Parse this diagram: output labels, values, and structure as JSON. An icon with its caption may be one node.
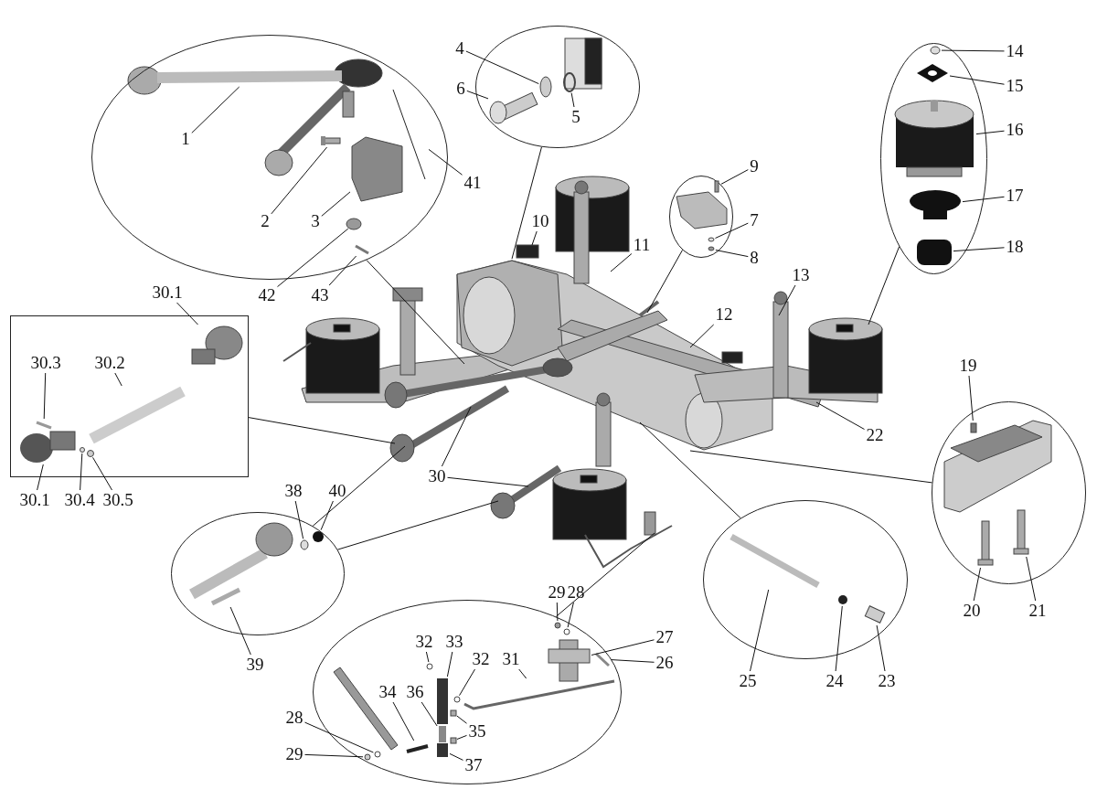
{
  "diagram": {
    "nodes": [
      {
        "text": [],
        "shape": "circle"
      },
      {
        "text": [
          "1"
        ],
        "in": 0
      },
      {
        "text": [
          "2"
        ],
        "in": 0
      },
      {
        "text": [
          "3"
        ],
        "in": 0
      },
      {
        "text": [
          "42"
        ]
      },
      {
        "text": [
          "43"
        ]
      },
      {
        "text": [
          "41"
        ]
      },
      {
        "text": [],
        "shape": "circle"
      },
      {
        "text": [
          "4"
        ]
      },
      {
        "text": [
          "6"
        ]
      },
      {
        "text": [
          "5"
        ],
        "in": 7
      },
      {
        "text": [
          "10"
        ]
      },
      {
        "text": [
          "11"
        ]
      },
      {
        "text": [],
        "shape": "circle"
      },
      {
        "text": [
          "9"
        ]
      },
      {
        "text": [
          "7"
        ]
      },
      {
        "text": [
          "8"
        ]
      },
      {
        "text": [
          "12"
        ]
      },
      {
        "text": [
          "13"
        ]
      },
      {
        "text": [],
        "shape": "circle"
      },
      {
        "text": [
          "14"
        ]
      },
      {
        "text": [
          "15"
        ]
      },
      {
        "text": [
          "16"
        ]
      },
      {
        "text": [
          "17"
        ]
      },
      {
        "text": [
          "18"
        ]
      },
      {
        "text": [],
        "shape": "box"
      },
      {
        "text": [
          "30.1"
        ]
      },
      {
        "text": [
          "30.3"
        ],
        "in": 25
      },
      {
        "text": [
          "30.2"
        ],
        "in": 25
      },
      {
        "text": [
          "30.1"
        ]
      },
      {
        "text": [
          "30.4"
        ]
      },
      {
        "text": [
          "30.5"
        ]
      },
      {
        "text": [],
        "shape": "circle"
      },
      {
        "text": [
          "19"
        ]
      },
      {
        "text": [
          "22"
        ]
      },
      {
        "text": [
          "30"
        ]
      },
      {
        "text": [
          "38"
        ]
      },
      {
        "text": [
          "40"
        ]
      },
      {
        "text": [],
        "shape": "circle"
      },
      {
        "text": [
          "39"
        ]
      },
      {
        "text": [],
        "shape": "circle"
      },
      {
        "text": [
          "29"
        ]
      },
      {
        "text": [
          "28"
        ]
      },
      {
        "text": [
          "27"
        ]
      },
      {
        "text": [
          "26"
        ]
      },
      {
        "text": [
          "32"
        ],
        "in": 40
      },
      {
        "text": [
          "33"
        ],
        "in": 40
      },
      {
        "text": [
          "32"
        ],
        "in": 40
      },
      {
        "text": [
          "31"
        ],
        "in": 40
      },
      {
        "text": [
          "34"
        ],
        "in": 40
      },
      {
        "text": [
          "36"
        ],
        "in": 40
      },
      {
        "text": [
          "35"
        ],
        "in": 40
      },
      {
        "text": [
          "28"
        ]
      },
      {
        "text": [
          "29"
        ]
      },
      {
        "text": [
          "37"
        ],
        "in": 40
      },
      {
        "text": [],
        "shape": "circle"
      },
      {
        "text": [
          "25"
        ]
      },
      {
        "text": [
          "24"
        ]
      },
      {
        "text": [
          "23"
        ]
      },
      {
        "text": [
          "20"
        ]
      },
      {
        "text": [
          "21"
        ]
      },
      {
        "text": [],
        "shape": "bar",
        "in": 0
      },
      {
        "text": [],
        "shape": "bar",
        "in": 0
      },
      {
        "text": [],
        "shape": "box",
        "in": 0
      },
      {
        "text": [],
        "shape": "circle",
        "in": 0
      },
      {
        "text": [],
        "shape": "bar",
        "in": 0
      },
      {
        "text": [],
        "shape": "bar",
        "in": 0
      },
      {
        "text": [],
        "shape": "circle",
        "in": 7
      },
      {
        "text": [],
        "shape": "bar",
        "in": 7
      },
      {
        "text": [],
        "shape": "circle",
        "in": 7
      },
      {
        "text": [],
        "shape": "bar",
        "in": 13
      },
      {
        "text": [],
        "shape": "circle",
        "in": 13
      },
      {
        "text": [],
        "shape": "circle",
        "in": 13
      },
      {
        "text": [],
        "shape": "circle",
        "in": 19
      },
      {
        "text": [],
        "shape": "diamond",
        "in": 19
      },
      {
        "text": [],
        "shape": "cylinder",
        "in": 19
      },
      {
        "text": [],
        "shape": "cylinder",
        "in": 19
      },
      {
        "text": [],
        "shape": "cylinder",
        "in": 19
      },
      {
        "text": [],
        "shape": "box",
        "in": 25
      },
      {
        "text": [],
        "shape": "bar",
        "in": 25
      },
      {
        "text": [],
        "shape": "bar",
        "in": 25
      },
      {
        "text": [],
        "shape": "box",
        "in": 25
      },
      {
        "text": [],
        "shape": "circle",
        "in": 25
      },
      {
        "text": [],
        "shape": "circle",
        "in": 25
      },
      {
        "text": [],
        "shape": "bar",
        "in": 32
      },
      {
        "text": [],
        "shape": "circle",
        "in": 38
      },
      {
        "text": [],
        "shape": "circle",
        "in": 38
      },
      {
        "text": [],
        "shape": "bar",
        "in": 38
      },
      {
        "text": [],
        "shape": "circle",
        "in": 40
      },
      {
        "text": [],
        "shape": "circle",
        "in": 40
      },
      {
        "text": [],
        "shape": "box",
        "in": 40
      },
      {
        "text": [],
        "shape": "bar",
        "in": 40
      },
      {
        "text": [],
        "shape": "circle",
        "in": 40
      },
      {
        "text": [],
        "shape": "cylinder",
        "in": 40
      },
      {
        "text": [],
        "shape": "circle",
        "in": 40
      },
      {
        "text": [],
        "shape": "bar",
        "in": 40
      },
      {
        "text": [],
        "shape": "bar",
        "in": 40
      },
      {
        "text": [],
        "shape": "bar",
        "in": 40
      },
      {
        "text": [],
        "shape": "box",
        "in": 40
      },
      {
        "text": [],
        "shape": "box",
        "in": 40
      },
      {
        "text": [],
        "shape": "circle",
        "in": 40
      },
      {
        "text": [],
        "shape": "circle",
        "in": 40
      },
      {
        "text": [],
        "shape": "box",
        "in": 40
      },
      {
        "text": [],
        "shape": "bar",
        "in": 55
      },
      {
        "text": [],
        "shape": "circle",
        "in": 55
      },
      {
        "text": [],
        "shape": "box",
        "in": 55
      },
      {
        "text": [],
        "shape": "bar",
        "in": 32
      },
      {
        "text": [],
        "shape": "bar",
        "in": 32
      }
    ],
    "edges": [
      {
        "from": 1,
        "to": 61,
        "arrow": "none"
      },
      {
        "from": 2,
        "to": 62,
        "arrow": "none"
      },
      {
        "from": 3,
        "to": 63,
        "arrow": "none"
      },
      {
        "from": 4,
        "to": 64,
        "arrow": "none"
      },
      {
        "from": 5,
        "to": 65,
        "arrow": "none"
      },
      {
        "from": 6,
        "to": 66,
        "arrow": "none"
      },
      {
        "from": 0,
        "to": null,
        "arrow": "none"
      },
      {
        "from": 8,
        "to": 67,
        "arrow": "none"
      },
      {
        "from": 9,
        "to": 68,
        "arrow": "none"
      },
      {
        "from": 10,
        "to": 69,
        "arrow": "none"
      },
      {
        "from": 7,
        "to": null,
        "arrow": "none"
      },
      {
        "from": 11,
        "to": null,
        "arrow": "none"
      },
      {
        "from": 12,
        "to": null,
        "arrow": "none"
      },
      {
        "from": 14,
        "to": 70,
        "arrow": "none"
      },
      {
        "from": 15,
        "to": 71,
        "arrow": "none"
      },
      {
        "from": 16,
        "to": 72,
        "arrow": "none"
      },
      {
        "from": 13,
        "to": null,
        "arrow": "none"
      },
      {
        "from": 17,
        "to": null,
        "arrow": "none"
      },
      {
        "from": 18,
        "to": null,
        "arrow": "none"
      },
      {
        "from": 20,
        "to": 73,
        "arrow": "none"
      },
      {
        "from": 21,
        "to": 74,
        "arrow": "none"
      },
      {
        "from": 22,
        "to": 75,
        "arrow": "none"
      },
      {
        "from": 23,
        "to": 76,
        "arrow": "none"
      },
      {
        "from": 24,
        "to": 77,
        "arrow": "none"
      },
      {
        "from": 19,
        "to": null,
        "arrow": "none"
      },
      {
        "from": 25,
        "to": null,
        "arrow": "none"
      },
      {
        "from": 26,
        "to": 78,
        "arrow": "none"
      },
      {
        "from": 27,
        "to": 79,
        "arrow": "none"
      },
      {
        "from": 28,
        "to": 80,
        "arrow": "none"
      },
      {
        "from": 29,
        "to": 81,
        "arrow": "none"
      },
      {
        "from": 30,
        "to": 82,
        "arrow": "none"
      },
      {
        "from": 31,
        "to": 83,
        "arrow": "none"
      },
      {
        "from": 32,
        "to": null,
        "arrow": "none"
      },
      {
        "from": 33,
        "to": 84,
        "arrow": "none"
      },
      {
        "from": 34,
        "to": null,
        "arrow": "none"
      },
      {
        "from": 35,
        "to": null,
        "arrow": "none"
      },
      {
        "from": 35,
        "to": null,
        "arrow": "none"
      },
      {
        "from": 36,
        "to": 85,
        "arrow": "none"
      },
      {
        "from": 37,
        "to": 86,
        "arrow": "none"
      },
      {
        "from": 38,
        "to": null,
        "arrow": "none"
      },
      {
        "from": 38,
        "to": null,
        "arrow": "none"
      },
      {
        "from": 39,
        "to": 87,
        "arrow": "none"
      },
      {
        "from": 40,
        "to": null,
        "arrow": "none"
      },
      {
        "from": 41,
        "to": 88,
        "arrow": "none"
      },
      {
        "from": 42,
        "to": 89,
        "arrow": "none"
      },
      {
        "from": 43,
        "to": 90,
        "arrow": "none"
      },
      {
        "from": 44,
        "to": 91,
        "arrow": "none"
      },
      {
        "from": 45,
        "to": 92,
        "arrow": "none"
      },
      {
        "from": 46,
        "to": 93,
        "arrow": "none"
      },
      {
        "from": 47,
        "to": 94,
        "arrow": "none"
      },
      {
        "from": 48,
        "to": 95,
        "arrow": "none"
      },
      {
        "from": 49,
        "to": 96,
        "arrow": "none"
      },
      {
        "from": 50,
        "to": 97,
        "arrow": "none"
      },
      {
        "from": 51,
        "to": 98,
        "arrow": "none"
      },
      {
        "from": 51,
        "to": 99,
        "arrow": "none"
      },
      {
        "from": 52,
        "to": 100,
        "arrow": "none"
      },
      {
        "from": 53,
        "to": 101,
        "arrow": "none"
      },
      {
        "from": 54,
        "to": 102,
        "arrow": "none"
      },
      {
        "from": 55,
        "to": null,
        "arrow": "none"
      },
      {
        "from": 56,
        "to": 103,
        "arrow": "none"
      },
      {
        "from": 57,
        "to": 104,
        "arrow": "none"
      },
      {
        "from": 58,
        "to": 105,
        "arrow": "none"
      },
      {
        "from": 59,
        "to": 106,
        "arrow": "none"
      },
      {
        "from": 60,
        "to": 107,
        "arrow": "none"
      }
    ]
  }
}
